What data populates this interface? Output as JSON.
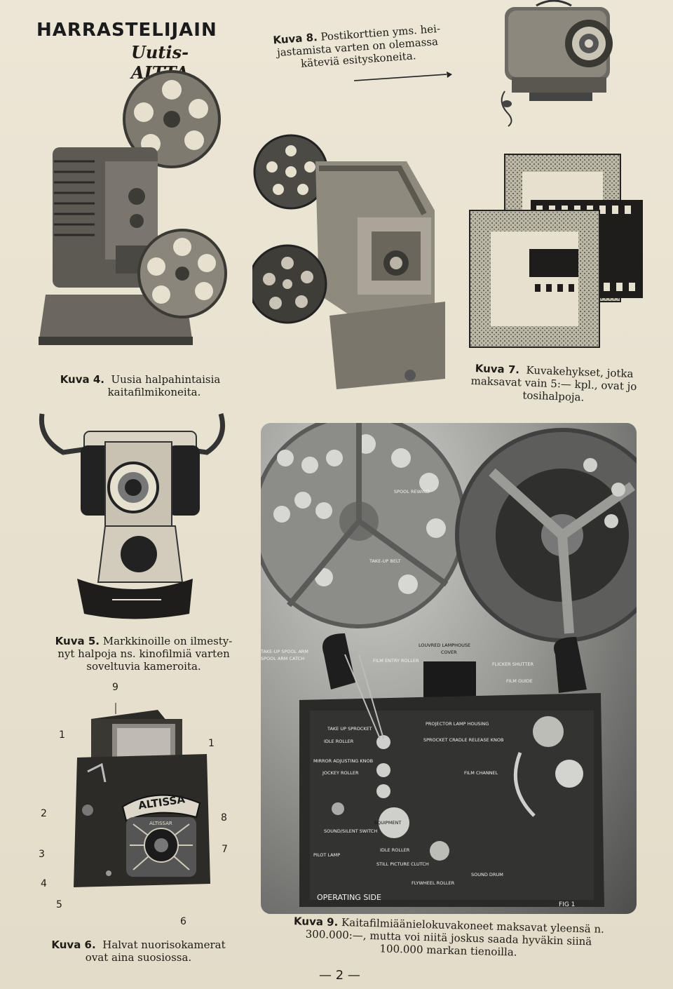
{
  "header": {
    "line1": "HARRASTELIJAIN",
    "line2": "Uutis-AITTA"
  },
  "captions": {
    "kuva8": {
      "label": "Kuva 8.",
      "l1": "Postikorttien yms. hei-",
      "l2": "jastamista varten on olemassa",
      "l3": "käteviä esityskoneita."
    },
    "kuva4": {
      "label": "Kuva 4.",
      "l1": "Uusia halpahintaisia",
      "l2": "kaitafilmikoneita."
    },
    "kuva7": {
      "label": "Kuva 7.",
      "l1": "Kuvakehykset, jotka",
      "l2": "maksavat vain 5:— kpl., ovat jo",
      "l3": "tosihalpoja."
    },
    "kuva5": {
      "label": "Kuva 5.",
      "l1": "Markkinoille on ilmesty-",
      "l2": "nyt halpoja ns. kinofilmiä varten",
      "l3": "soveltuvia kameroita."
    },
    "kuva6": {
      "label": "Kuva 6.",
      "l1": "Halvat nuorisokamerat",
      "l2": "ovat aina suosiossa."
    },
    "kuva9": {
      "label": "Kuva 9.",
      "l1": "Kaitafilmiäänielokuvakoneet maksavat yleensä n.",
      "l2": "300.000:—, mutta voi niitä joskus saada hyväkin siinä",
      "l3": "100.000 markan tienoilla."
    }
  },
  "camera": {
    "brand": "ALTISSA",
    "lens_text": "ALTISSAR",
    "numbers": [
      "9",
      "1",
      "1",
      "2",
      "8",
      "3",
      "7",
      "4",
      "5",
      "6"
    ]
  },
  "projector_photo": {
    "labels": {
      "spool_rewind": "SPOOL REWIND",
      "take_up_belt": "TAKE-UP BELT",
      "take_up_spool_arm": "TAKE-UP SPOOL ARM",
      "spool_arm_catch": "SPOOL ARM CATCH",
      "louvred_lamphouse": "LOUVRED LAMPHOUSE",
      "cover": "COVER",
      "flicker_shutter": "FLICKER SHUTTER",
      "film_entry_roller": "FILM ENTRY ROLLER",
      "film_guide": "FILM GUIDE",
      "take_up_sprocket": "TAKE UP SPROCKET",
      "projector_lamp_housing": "PROJECTOR LAMP HOUSING",
      "sprocket_cradle": "SPROCKET CRADLE RELEASE KNOB",
      "idle_roller": "IDLE ROLLER",
      "mirror_adjusting": "MIRROR ADJUSTING KNOB",
      "jockey_roller": "JOCKEY ROLLER",
      "film_channel": "FILM CHANNEL",
      "sound_silent": "SOUND/SILENT SWITCH",
      "pilot_lamp": "PILOT LAMP",
      "idle_roller2": "IDLE ROLLER",
      "still_picture": "STILL PICTURE CLUTCH",
      "flywheel_roller": "FLYWHEEL ROLLER",
      "sound_drum": "SOUND DRUM",
      "equipment": "EQUIPMENT",
      "operating_side": "OPERATING SIDE",
      "fig": "FIG 1"
    }
  },
  "footer": {
    "page_number": "— 2 —"
  }
}
